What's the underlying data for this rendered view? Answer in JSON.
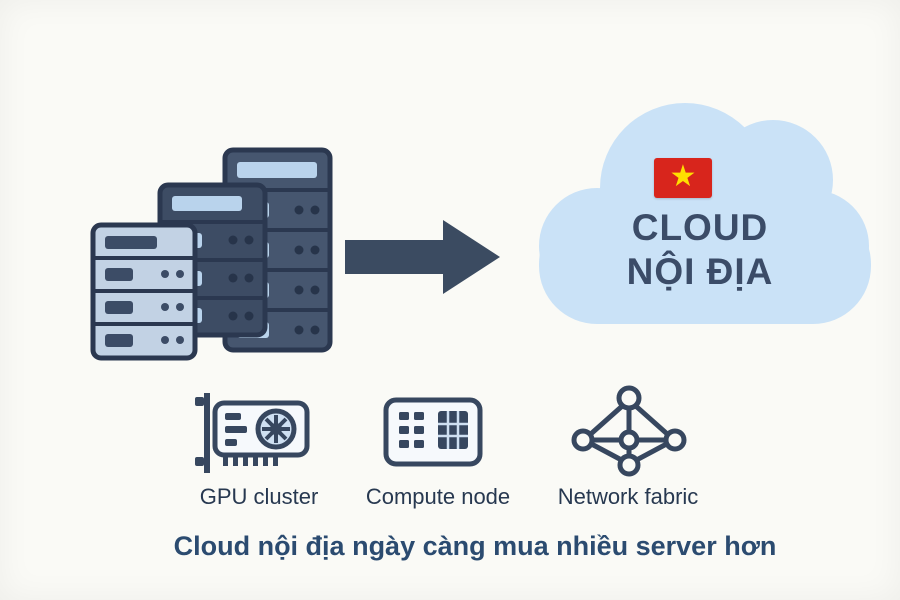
{
  "colors": {
    "background": "#fafaf6",
    "navy_dark": "#2b3850",
    "navy": "#37475f",
    "server_fill": "#46566f",
    "server_fill_alt": "#3d4c64",
    "server_light_fill": "#c2d2e4",
    "bay_light": "#b9d3ec",
    "cloud_fill": "#cae2f7",
    "flag_red": "#d8251c",
    "flag_yellow": "#ffdf00",
    "cloud_text": "#3b4c68",
    "caption_text": "#2b4b70",
    "label_text": "#273850"
  },
  "illustration": {
    "servers_icon": "server-stack-icon",
    "arrow_icon": "arrow-right-icon",
    "cloud_icon": "cloud-icon"
  },
  "cloud": {
    "line1": "CLOUD",
    "line2": "NỘI ĐỊA",
    "flag": {
      "icon": "vietnam-flag-icon",
      "star_glyph": "★"
    }
  },
  "legend": [
    {
      "icon": "gpu-card-icon",
      "label": "GPU cluster"
    },
    {
      "icon": "compute-node-icon",
      "label": "Compute node"
    },
    {
      "icon": "network-fabric-icon",
      "label": "Network fabric"
    }
  ],
  "caption": "Cloud nội địa ngày càng mua nhiều server hơn"
}
